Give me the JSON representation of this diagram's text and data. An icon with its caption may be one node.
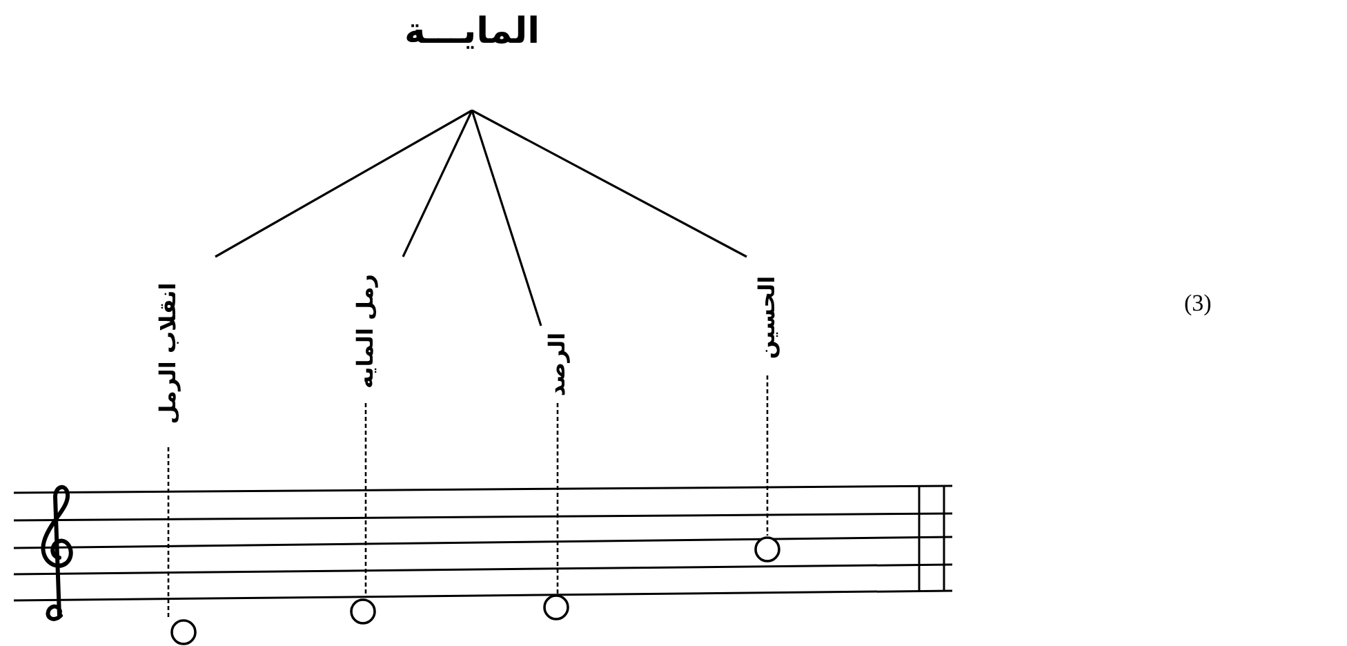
{
  "diagram": {
    "nodes": [
      {
        "text": [
          "المايـــة"
        ]
      },
      {
        "text": [
          "انقلاب الرمل"
        ]
      },
      {
        "text": [
          "رمل المايه"
        ]
      },
      {
        "text": [
          "الرصد"
        ]
      },
      {
        "text": [
          "الحسين"
        ]
      },
      {
        "text": [],
        "shape": "circle"
      },
      {
        "text": [],
        "shape": "circle"
      },
      {
        "text": [],
        "shape": "circle"
      },
      {
        "text": [],
        "shape": "circle"
      }
    ],
    "edges": [
      {
        "from": 0,
        "to": 1,
        "arrow": "none"
      },
      {
        "from": 0,
        "to": 2,
        "arrow": "none"
      },
      {
        "from": 0,
        "to": 3,
        "arrow": "none"
      },
      {
        "from": 0,
        "to": 4,
        "arrow": "none"
      },
      {
        "from": 1,
        "to": 5,
        "arrow": "none",
        "style": "dashed"
      },
      {
        "from": 2,
        "to": 6,
        "arrow": "none",
        "style": "dashed"
      },
      {
        "from": 3,
        "to": 7,
        "arrow": "none",
        "style": "dashed"
      },
      {
        "from": 4,
        "to": 8,
        "arrow": "none",
        "style": "dashed"
      }
    ],
    "labels": [
      "(3)"
    ]
  }
}
